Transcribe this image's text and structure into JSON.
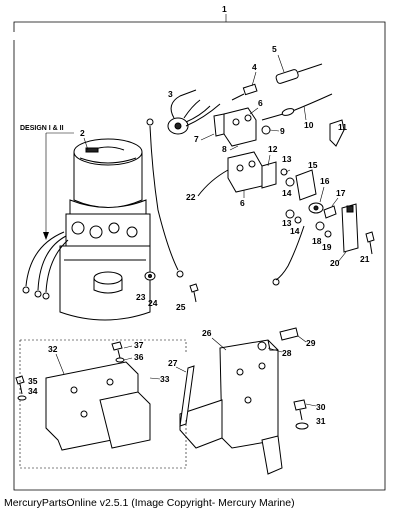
{
  "diagram": {
    "assembly_number": "1",
    "design_label": "DESIGN I & II",
    "callouts": [
      "2",
      "3",
      "4",
      "5",
      "6",
      "7",
      "8",
      "9",
      "10",
      "11",
      "12",
      "13",
      "14",
      "15",
      "16",
      "17",
      "18",
      "19",
      "20",
      "21",
      "22",
      "23",
      "24",
      "25",
      "26",
      "27",
      "28",
      "29",
      "30",
      "31",
      "32",
      "33",
      "34",
      "35",
      "36",
      "37"
    ],
    "duplicate_callouts": [
      "6",
      "13",
      "14"
    ]
  },
  "caption": "MercuryPartsOnline v2.5.1 (Image Copyright- Mercury Marine)"
}
